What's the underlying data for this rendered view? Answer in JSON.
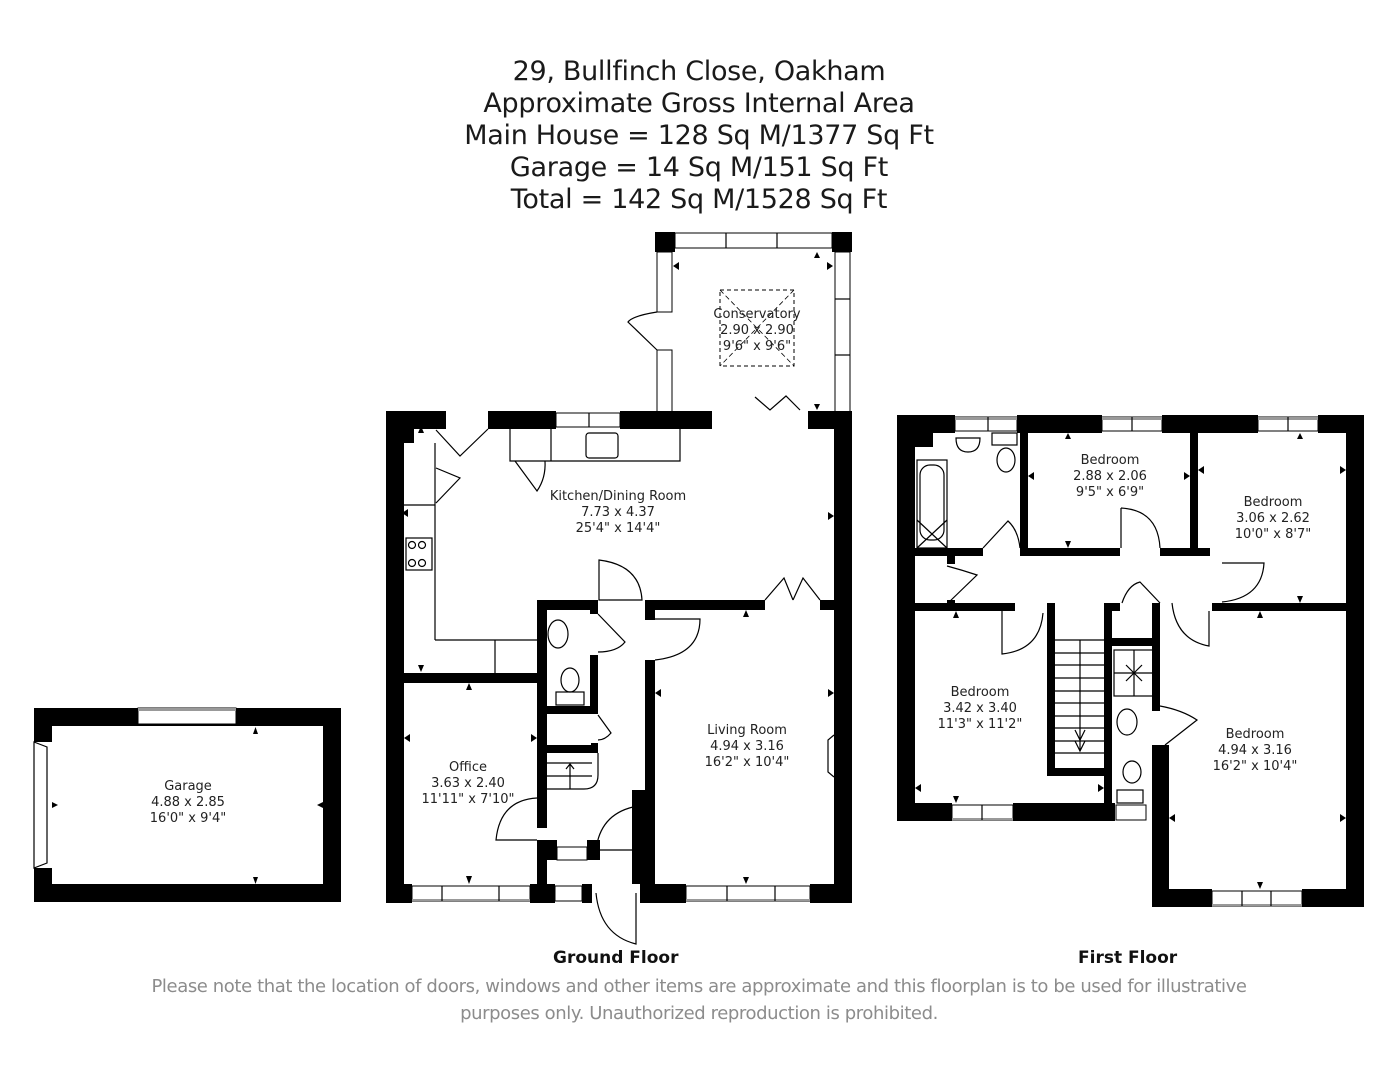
{
  "header": {
    "address": "29, Bullfinch Close, Oakham",
    "subtitle": "Approximate Gross Internal Area",
    "main_house": "Main House = 128 Sq M/1377 Sq Ft",
    "garage": "Garage = 14 Sq M/151 Sq Ft",
    "total": "Total = 142 Sq M/1528 Sq Ft"
  },
  "ground_floor": {
    "label": "Ground Floor",
    "rooms": {
      "conservatory": {
        "name": "Conservatory",
        "metric": "2.90 x 2.90",
        "imperial": "9'6\" x 9'6\""
      },
      "kitchen": {
        "name": "Kitchen/Dining Room",
        "metric": "7.73 x 4.37",
        "imperial": "25'4\" x 14'4\""
      },
      "office": {
        "name": "Office",
        "metric": "3.63 x 2.40",
        "imperial": "11'11\" x 7'10\""
      },
      "living": {
        "name": "Living Room",
        "metric": "4.94 x 3.16",
        "imperial": "16'2\" x 10'4\""
      },
      "garage": {
        "name": "Garage",
        "metric": "4.88 x 2.85",
        "imperial": "16'0\" x 9'4\""
      }
    }
  },
  "first_floor": {
    "label": "First Floor",
    "rooms": {
      "bedroom_small": {
        "name": "Bedroom",
        "metric": "2.88 x 2.06",
        "imperial": "9'5\" x 6'9\""
      },
      "bedroom_ne": {
        "name": "Bedroom",
        "metric": "3.06 x 2.62",
        "imperial": "10'0\" x 8'7\""
      },
      "bedroom_sw": {
        "name": "Bedroom",
        "metric": "3.42 x 3.40",
        "imperial": "11'3\" x 11'2\""
      },
      "bedroom_se": {
        "name": "Bedroom",
        "metric": "4.94 x 3.16",
        "imperial": "16'2\" x 10'4\""
      }
    }
  },
  "disclaimer": {
    "line1": "Please note that the location of doors, windows and other items are approximate and this floorplan is to be used for illustrative",
    "line2": "purposes only. Unauthorized reproduction is prohibited."
  },
  "colors": {
    "wall": "#000000",
    "background": "#ffffff",
    "disclaimer_text": "#8c8c8c",
    "window_sill": "#999999"
  }
}
